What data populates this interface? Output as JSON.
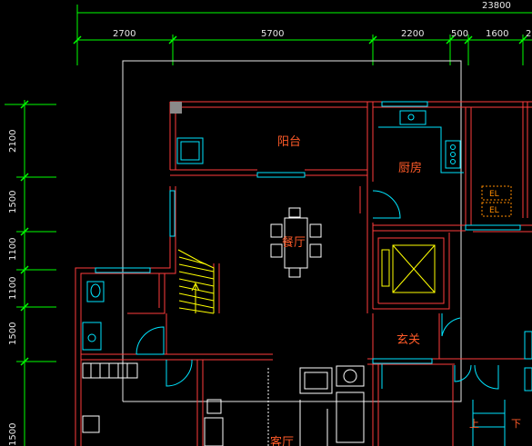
{
  "top_dimensions": {
    "total": "23800",
    "segments": [
      "2700",
      "5700",
      "2200",
      "500",
      "1600",
      "2"
    ]
  },
  "left_dimensions": [
    "2100",
    "1500",
    "1100",
    "1100",
    "1500",
    "1500"
  ],
  "rooms": {
    "balcony": "阳台",
    "kitchen": "厨房",
    "dining": "餐厅",
    "foyer": "玄关",
    "living": "客厅"
  },
  "labels": {
    "stair_up_left": "上",
    "stair_up_right": "下",
    "elevator_tag_1": "EL",
    "elevator_tag_2": "EL"
  },
  "colors": {
    "background": "#000000",
    "wall": "#ff3c3c",
    "dimension": "#00ff00",
    "fixture": "#00e5ff",
    "room_text": "#ff5a28",
    "outline": "#ffffff",
    "stair": "#ffff00"
  }
}
